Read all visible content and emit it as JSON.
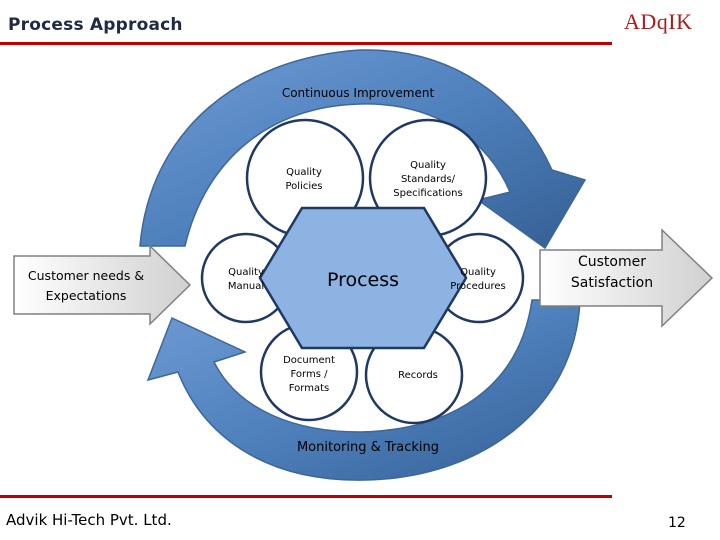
{
  "header": {
    "title": "Process Approach",
    "logo_text": "ADqIK"
  },
  "diagram": {
    "top_arc_label": "Continuous Improvement",
    "bottom_arc_label": "Monitoring & Tracking",
    "center_label": "Process",
    "input_label_line1": "Customer needs &",
    "input_label_line2": "Expectations",
    "output_label_line1": "Customer",
    "output_label_line2": "Satisfaction",
    "circles": {
      "quality_policies": [
        "Quality",
        "Policies"
      ],
      "quality_standards": [
        "Quality",
        "Standards/",
        "Specifications"
      ],
      "quality_manual": [
        "Quality",
        "Manual"
      ],
      "quality_procedures": [
        "Quality",
        "Procedures"
      ],
      "document_forms": [
        "Document",
        "Forms /",
        "Formats"
      ],
      "records": [
        "Records"
      ]
    },
    "colors": {
      "arc_blue": "#4f81bd",
      "hexagon_fill": "#8db3e2",
      "accent_red": "#c00000"
    }
  },
  "footer": {
    "company": "Advik Hi-Tech Pvt. Ltd.",
    "page_number": "12"
  }
}
